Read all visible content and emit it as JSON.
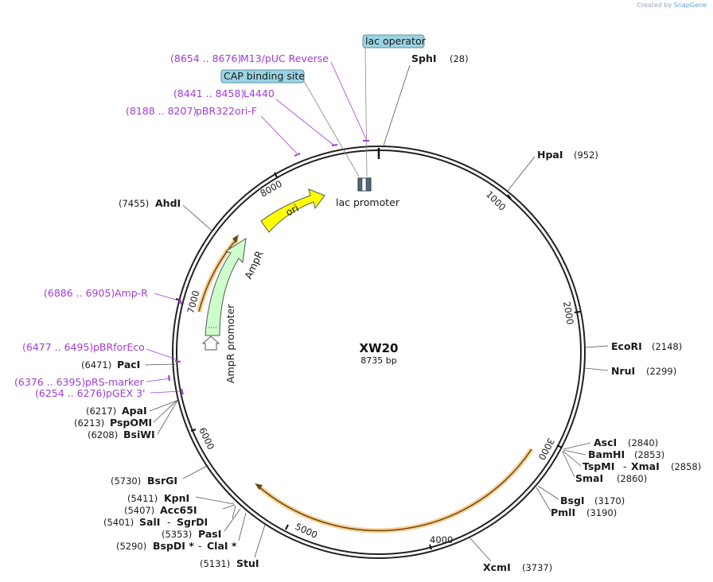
{
  "branding": {
    "created_by": "Created by",
    "product": "SnapGene"
  },
  "plasmid": {
    "name": "XW20",
    "length_label": "8735 bp",
    "length": 8735
  },
  "colors": {
    "primer": "#a23bd8",
    "ori": "#ffff00",
    "ampR": "#ccffcc",
    "lac_operator": "#9ad4e3",
    "highlight": "#f6c37a",
    "backbone": "#222222"
  },
  "ticks": [
    "1000",
    "2000",
    "3000",
    "4000",
    "5000",
    "6000",
    "7000",
    "8000"
  ],
  "enzymes": [
    {
      "name": "SphI",
      "pos": "(28)"
    },
    {
      "name": "HpaI",
      "pos": "(952)"
    },
    {
      "name": "EcoRI",
      "pos": "(2148)"
    },
    {
      "name": "NruI",
      "pos": "(2299)"
    },
    {
      "name": "AscI",
      "pos": "(2840)"
    },
    {
      "name": "BamHI",
      "pos": "(2853)"
    },
    {
      "name": "TspMI",
      "sep": "-",
      "name2": "XmaI",
      "pos": "(2858)"
    },
    {
      "name": "SmaI",
      "pos": "(2860)"
    },
    {
      "name": "BsgI",
      "pos": "(3170)"
    },
    {
      "name": "PmlI",
      "pos": "(3190)"
    },
    {
      "name": "XcmI",
      "pos": "(3737)"
    },
    {
      "name": "StuI",
      "pos": "(5131)"
    },
    {
      "name": "BspDI *",
      "sep": "-",
      "name2": "ClaI *",
      "pos": "(5290)"
    },
    {
      "name": "PasI",
      "pos": "(5353)"
    },
    {
      "name": "SalI",
      "sep": "-",
      "name2": "SgrDI",
      "pos": "(5401)"
    },
    {
      "name": "Acc65I",
      "pos": "(5407)"
    },
    {
      "name": "KpnI",
      "pos": "(5411)"
    },
    {
      "name": "BsrGI",
      "pos": "(5730)"
    },
    {
      "name": "BsiWI",
      "pos": "(6208)"
    },
    {
      "name": "PspOMI",
      "pos": "(6213)"
    },
    {
      "name": "ApaI",
      "pos": "(6217)"
    },
    {
      "name": "PacI",
      "pos": "(6471)"
    },
    {
      "name": "AhdI",
      "pos": "(7455)"
    }
  ],
  "primers": [
    {
      "name": "M13/pUC Reverse",
      "pos": "(8654 .. 8676)"
    },
    {
      "name": "L4440",
      "pos": "(8441 .. 8458)"
    },
    {
      "name": "pBR322ori-F",
      "pos": "(8188 .. 8207)"
    },
    {
      "name": "Amp-R",
      "pos": "(6886 .. 6905)"
    },
    {
      "name": "pBRforEco",
      "pos": "(6477 .. 6495)"
    },
    {
      "name": "pRS-marker",
      "pos": "(6376 .. 6395)"
    },
    {
      "name": "pGEX 3'",
      "pos": "(6254 .. 6276)"
    }
  ],
  "features": {
    "lac_operator": "lac operator",
    "cap_site": "CAP binding site",
    "lac_promoter": "lac promoter",
    "ori": "ori",
    "ampR": "AmpR",
    "ampR_promoter": "AmpR promoter"
  }
}
